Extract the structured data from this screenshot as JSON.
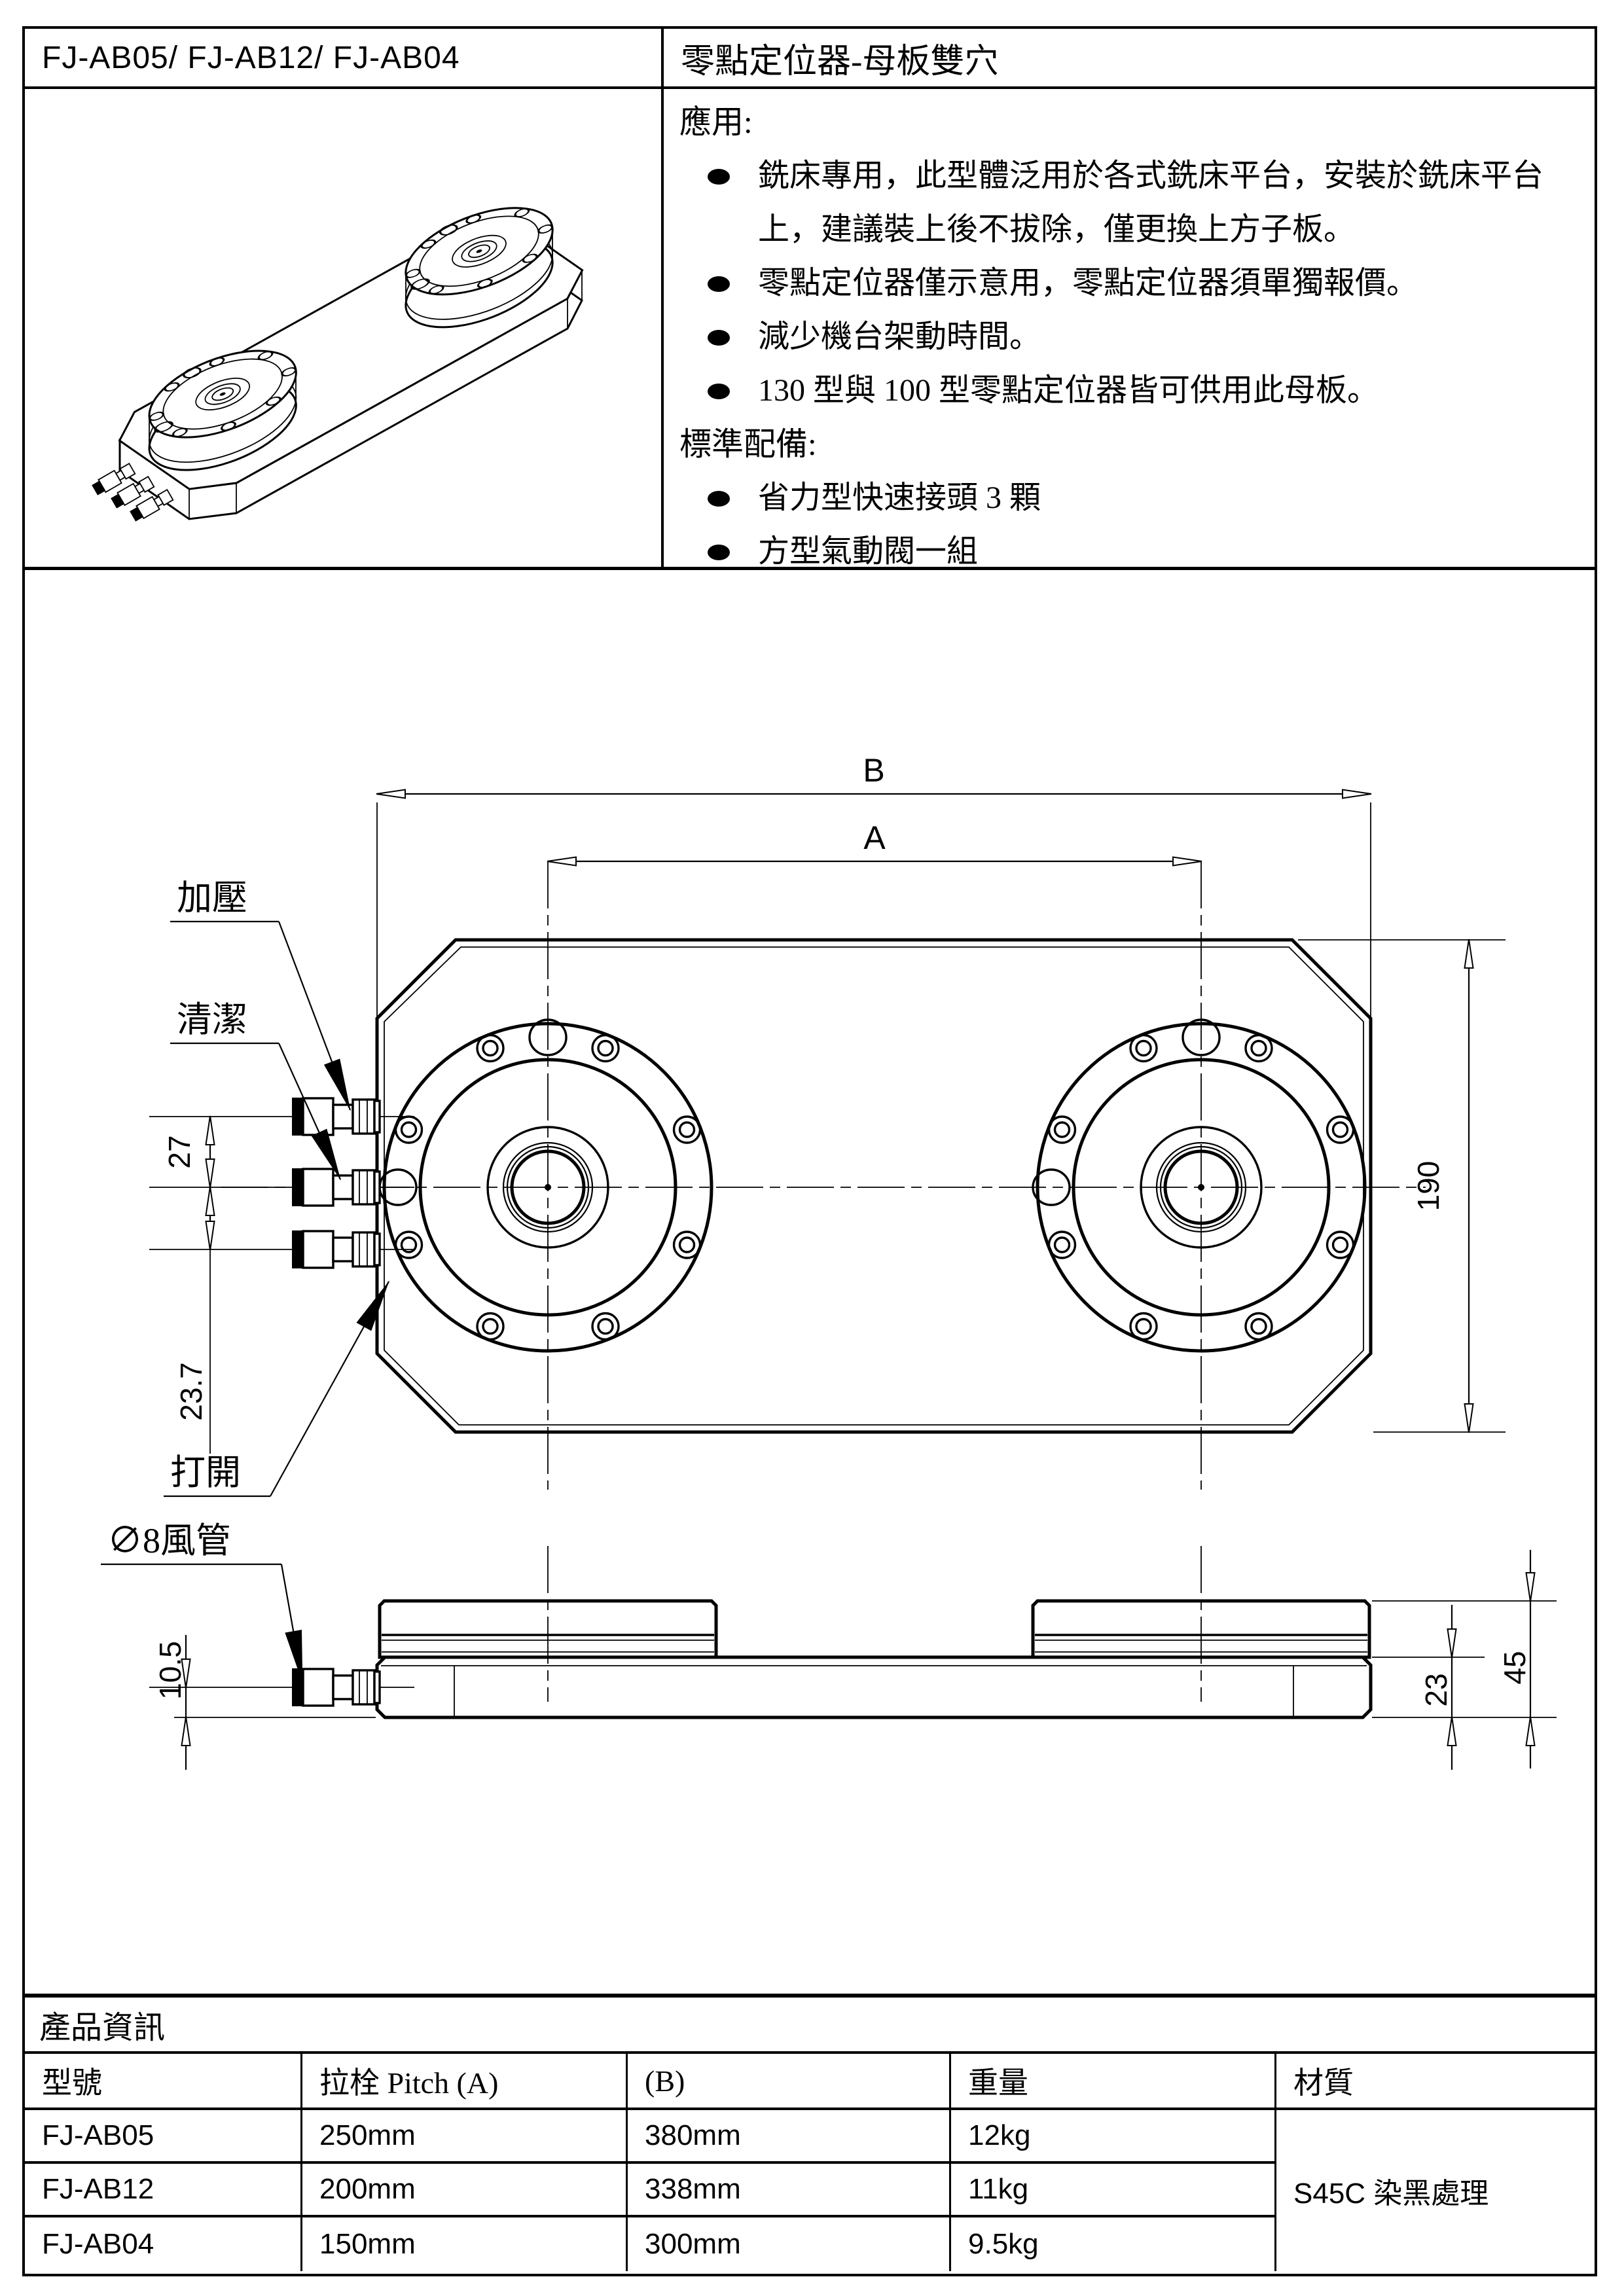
{
  "header": {
    "models": "FJ-AB05/ FJ-AB12/ FJ-AB04",
    "product_name": "零點定位器-母板雙穴"
  },
  "specs": {
    "application_heading": "應用:",
    "application_items": [
      "銑床專用，此型體泛用於各式銑床平台，安裝於銑床平台上，建議裝上後不拔除，僅更換上方子板。",
      "零點定位器僅示意用，零點定位器須單獨報價。",
      "減少機台架動時間。",
      "130 型與 100 型零點定位器皆可供用此母板。"
    ],
    "standard_heading": "標準配備:",
    "standard_items": [
      "省力型快速接頭 3 顆",
      "方型氣動閥一組"
    ]
  },
  "drawing": {
    "labels": {
      "pressurize": "加壓",
      "clean": "清潔",
      "open": "打開",
      "air_tube": "∅8風管"
    },
    "dims": {
      "overall_width": "B",
      "bolt_pitch": "A",
      "plate_depth": "190",
      "port_spacing_upper": "27",
      "port_spacing_lower": "23.7",
      "tube_height": "10.5",
      "plate_thickness": "23",
      "total_height": "45"
    }
  },
  "product_table": {
    "section_title": "產品資訊",
    "columns": [
      "型號",
      "拉栓 Pitch (A)",
      "(B)",
      "重量",
      "材質"
    ],
    "rows": [
      [
        "FJ-AB05",
        "250mm",
        "380mm",
        "12kg"
      ],
      [
        "FJ-AB12",
        "200mm",
        "338mm",
        "11kg"
      ],
      [
        "FJ-AB04",
        "150mm",
        "300mm",
        "9.5kg"
      ]
    ],
    "material": "S45C 染黑處理"
  }
}
